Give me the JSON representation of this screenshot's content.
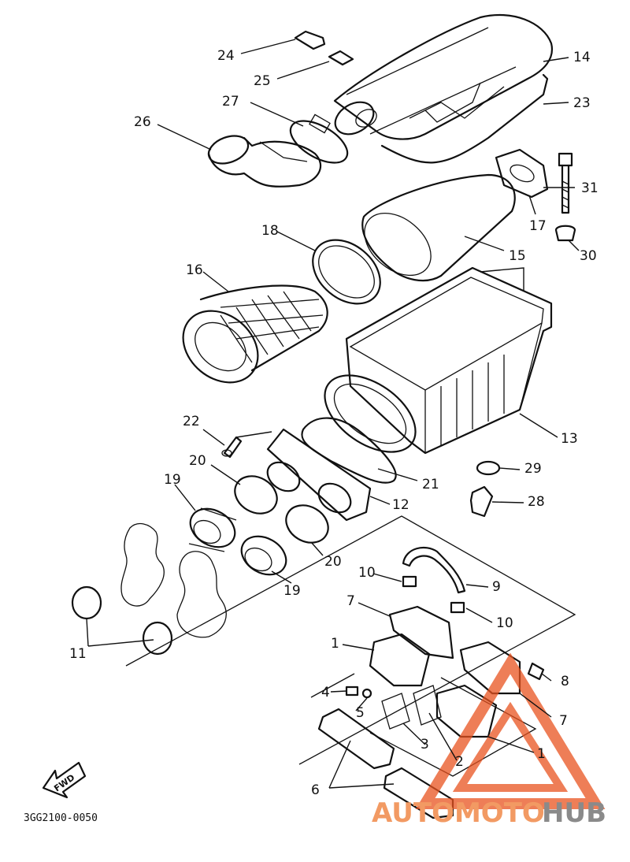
{
  "diagram": {
    "code": "3GG2100-0050",
    "fwd_label": "FWD",
    "callouts": [
      "1",
      "1",
      "2",
      "3",
      "4",
      "5",
      "6",
      "7",
      "7",
      "8",
      "9",
      "10",
      "10",
      "11",
      "12",
      "13",
      "14",
      "15",
      "16",
      "17",
      "18",
      "19",
      "19",
      "20",
      "20",
      "21",
      "22",
      "23",
      "24",
      "25",
      "26",
      "27",
      "28",
      "29",
      "30",
      "31"
    ]
  },
  "watermark": {
    "text_orange": "AUTOMOTO",
    "text_grey": "HUB",
    "color_orange": "#e8531f",
    "color_grey": "#8a8a8a"
  }
}
